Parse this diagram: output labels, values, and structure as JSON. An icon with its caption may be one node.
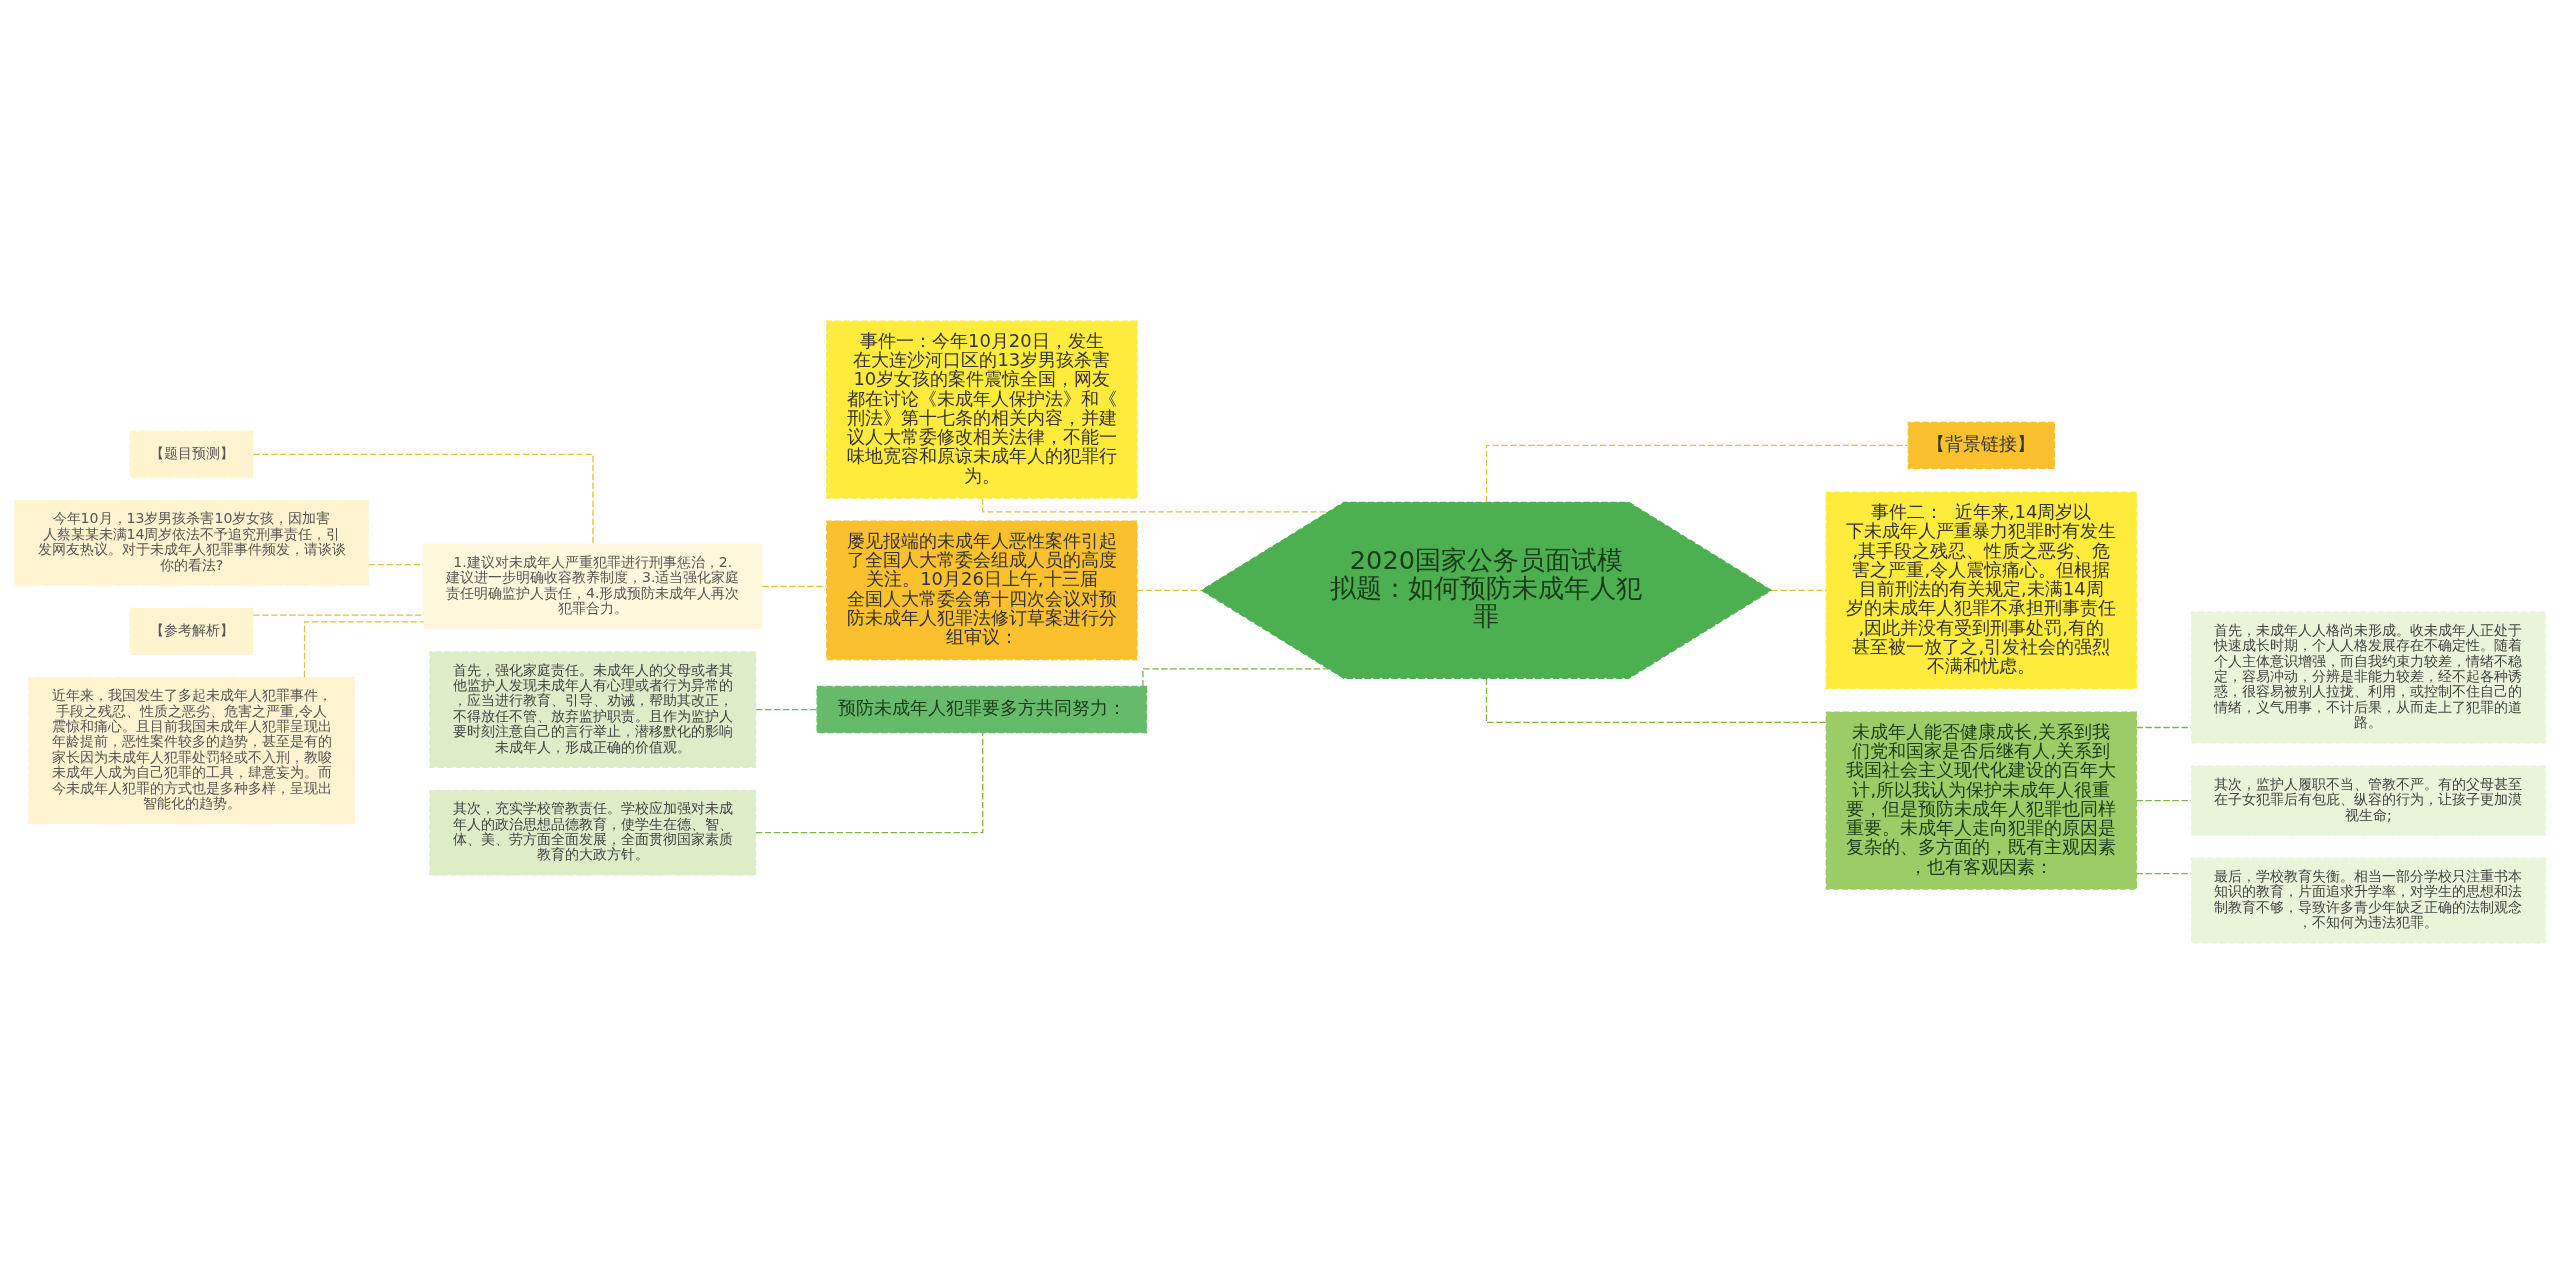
{
  "diagram": {
    "nodes": [
      {
        "text": [
          "2020国家公务员面试模拟题：如何预防未成年人犯罪"
        ]
      },
      {
        "text": [
          "事件一：今年10月20日，发生在大连沙河口区的13岁男孩杀害10岁女孩的案件震惊全国，网友都在讨论《未成年人保护法》和《刑法》第十七条的相关内容，并建议人大常委修改相关法律，不能一味地宽容和原谅未成年人的犯罪行为。"
        ]
      },
      {
        "text": [
          "屡见报端的未成年人恶性案件引起了全国人大常委会组成人员的高度关注。10月26日上午,十三届全国人大常委会第十四次会议对预防未成年人犯罪法修订草案进行分组审议："
        ]
      },
      {
        "text": [
          "1.建议对未成年人严重犯罪进行刑事惩治，2.建议进一步明确收容教养制度，3.适当强化家庭责任明确监护人责任，4.形成预防未成年人再次犯罪合力。"
        ]
      },
      {
        "text": [
          "【题目预测】"
        ]
      },
      {
        "text": [
          "今年10月，13岁男孩杀害10岁女孩，因加害人蔡某某未满14周岁依法不予追究刑事责任，引发网友热议。对于未成年人犯罪事件频发，请谈谈你的看法?"
        ]
      },
      {
        "text": [
          "【参考解析】"
        ]
      },
      {
        "text": [
          "近年来，我国发生了多起未成年人犯罪事件，手段之残忍、性质之恶劣、危害之严重,令人震惊和痛心。且目前我国未成年人犯罪呈现出年龄提前，恶性案件较多的趋势，甚至是有的家长因为未成年人犯罪处罚轻或不入刑，教唆未成年人成为自己犯罪的工具，肆意妄为。而今未成年人犯罪的方式也是多种多样，呈现出智能化的趋势。"
        ]
      },
      {
        "text": [
          "预防未成年人犯罪要多方共同努力："
        ]
      },
      {
        "text": [
          "首先，强化家庭责任。未成年人的父母或者其他监护人发现未成年人有心理或者行为异常的，应当进行教育、引导、劝诫，帮助其改正，不得放任不管、放弃监护职责。且作为监护人要时刻注意自己的言行举止，潜移默化的影响未成年人，形成正确的价值观。"
        ]
      },
      {
        "text": [
          "其次，充实学校管教责任。学校应加强对未成年人的政治思想品德教育，使学生在德、智、体、美、劳方面全面发展，全面贯彻国家素质教育的大政方针。"
        ]
      },
      {
        "text": [
          "【背景链接】"
        ]
      },
      {
        "text": [
          "事件二：  近年来,14周岁以下未成年人严重暴力犯罪时有发生,其手段之残忍、性质之恶劣、危害之严重,令人震惊痛心。但根据目前刑法的有关规定,未满14周岁的未成年人犯罪不承担刑事责任,因此并没有受到刑事处罚,有的甚至被一放了之,引发社会的强烈不满和忧虑。"
        ]
      },
      {
        "text": [
          "未成年人能否健康成长,关系到我们党和国家是否后继有人,关系到我国社会主义现代化建设的百年大计,所以我认为保护未成年人很重要，但是预防未成年人犯罪也同样重要。未成年人走向犯罪的原因是复杂的、多方面的，既有主观因素，也有客观因素："
        ]
      },
      {
        "text": [
          "首先，未成年人人格尚未形成。收未成年人正处于快速成长时期，个人人格发展存在不确定性。随着个人主体意识增强，而自我约束力较差，情绪不稳定，容易冲动，分辨是非能力较差，经不起各种诱惑，很容易被别人拉拢、利用，或控制不住自己的情绪，义气用事，不计后果，从而走上了犯罪的道路。"
        ]
      },
      {
        "text": [
          "其次，监护人履职不当、管教不严。有的父母甚至在子女犯罪后有包庇、纵容的行为，让孩子更加漠视生命;"
        ]
      },
      {
        "text": [
          "最后，学校教育失衡。相当一部分学校只注重书本知识的教育，片面追求升学率，对学生的思想和法制教育不够，导致许多青少年缺乏正确的法制观念，不知何为违法犯罪。"
        ]
      }
    ],
    "edges": [
      {
        "from": 0,
        "to": 1,
        "arrow": "none",
        "style": "dashed"
      },
      {
        "from": 0,
        "to": 2,
        "arrow": "none",
        "style": "dashed"
      },
      {
        "from": 2,
        "to": 3,
        "arrow": "none",
        "style": "dashed"
      },
      {
        "from": 3,
        "to": 4,
        "arrow": "none",
        "style": "dashed"
      },
      {
        "from": 3,
        "to": 5,
        "arrow": "none",
        "style": "dashed"
      },
      {
        "from": 3,
        "to": 6,
        "arrow": "none",
        "style": "dashed"
      },
      {
        "from": 3,
        "to": 7,
        "arrow": "none",
        "style": "dashed"
      },
      {
        "from": 0,
        "to": 8,
        "arrow": "none",
        "style": "dashed",
        "color": "#7cb342"
      },
      {
        "from": 8,
        "to": 9,
        "arrow": "none",
        "style": "dashed",
        "color": "#7cb342"
      },
      {
        "from": 8,
        "to": 10,
        "arrow": "none",
        "style": "dashed",
        "color": "#7cb342"
      },
      {
        "from": 0,
        "to": 11,
        "arrow": "none",
        "style": "dashed"
      },
      {
        "from": 0,
        "to": 12,
        "arrow": "none",
        "style": "dashed"
      },
      {
        "from": 0,
        "to": 13,
        "arrow": "none",
        "style": "dashed",
        "color": "#7cb342"
      },
      {
        "from": 13,
        "to": 14,
        "arrow": "none",
        "style": "dashed",
        "color": "#7cb342"
      },
      {
        "from": 13,
        "to": 15,
        "arrow": "none",
        "style": "dashed",
        "color": "#7cb342"
      },
      {
        "from": 13,
        "to": 16,
        "arrow": "none",
        "style": "dashed",
        "color": "#7cb342"
      }
    ]
  }
}
